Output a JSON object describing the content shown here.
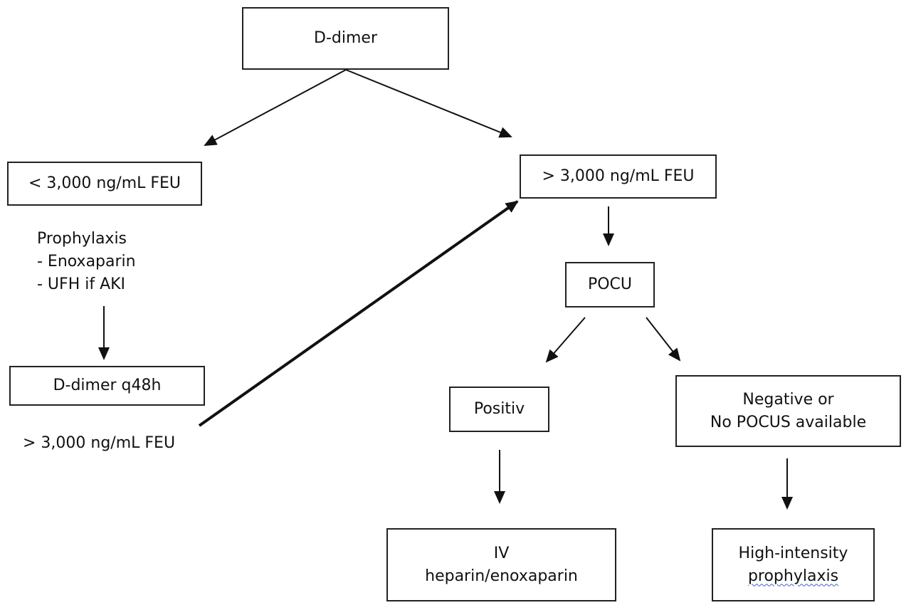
{
  "nodes": {
    "d_dimer": "D-dimer",
    "low": "< 3,000 ng/mL FEU",
    "high": "> 3,000 ng/mL FEU",
    "prophylaxis": {
      "title": "Prophylaxis",
      "items": [
        "- Enoxaparin",
        "- UFH if AKI"
      ]
    },
    "recheck": "D-dimer q48h",
    "recheck_result": "> 3,000 ng/mL FEU",
    "pocus": "POCU",
    "positive": "Positiv",
    "negative": [
      "Negative or",
      "No POCUS available"
    ],
    "iv": [
      "IV",
      "heparin/enoxaparin"
    ],
    "high_intensity": [
      "High-intensity",
      "prophylaxis"
    ]
  }
}
